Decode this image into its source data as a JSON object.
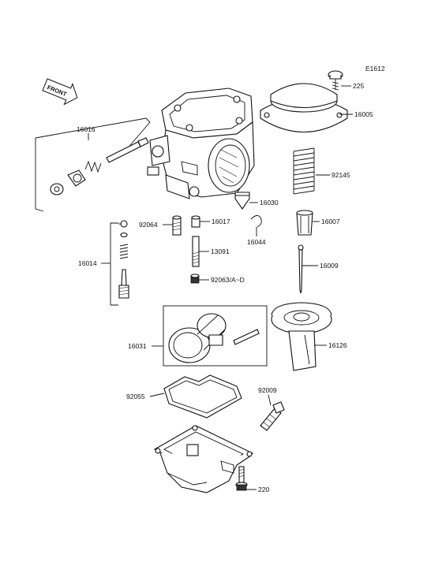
{
  "diagram": {
    "code": "E1612",
    "front_label": "FRONT",
    "parts": [
      {
        "id": "p225",
        "label": "225"
      },
      {
        "id": "p16005",
        "label": "16005"
      },
      {
        "id": "p16016",
        "label": "16016"
      },
      {
        "id": "p92145",
        "label": "92145"
      },
      {
        "id": "p16030",
        "label": "16030"
      },
      {
        "id": "p92064",
        "label": "92064"
      },
      {
        "id": "p16017",
        "label": "16017"
      },
      {
        "id": "p16007",
        "label": "16007"
      },
      {
        "id": "p16044",
        "label": "16044"
      },
      {
        "id": "p16014",
        "label": "16014"
      },
      {
        "id": "p13091",
        "label": "13091"
      },
      {
        "id": "p16009",
        "label": "16009"
      },
      {
        "id": "p92063",
        "label": "92063/A~D"
      },
      {
        "id": "p16031",
        "label": "16031"
      },
      {
        "id": "p16126",
        "label": "16126"
      },
      {
        "id": "p92009",
        "label": "92009"
      },
      {
        "id": "p92055",
        "label": "92055"
      },
      {
        "id": "p220",
        "label": "220"
      }
    ]
  }
}
